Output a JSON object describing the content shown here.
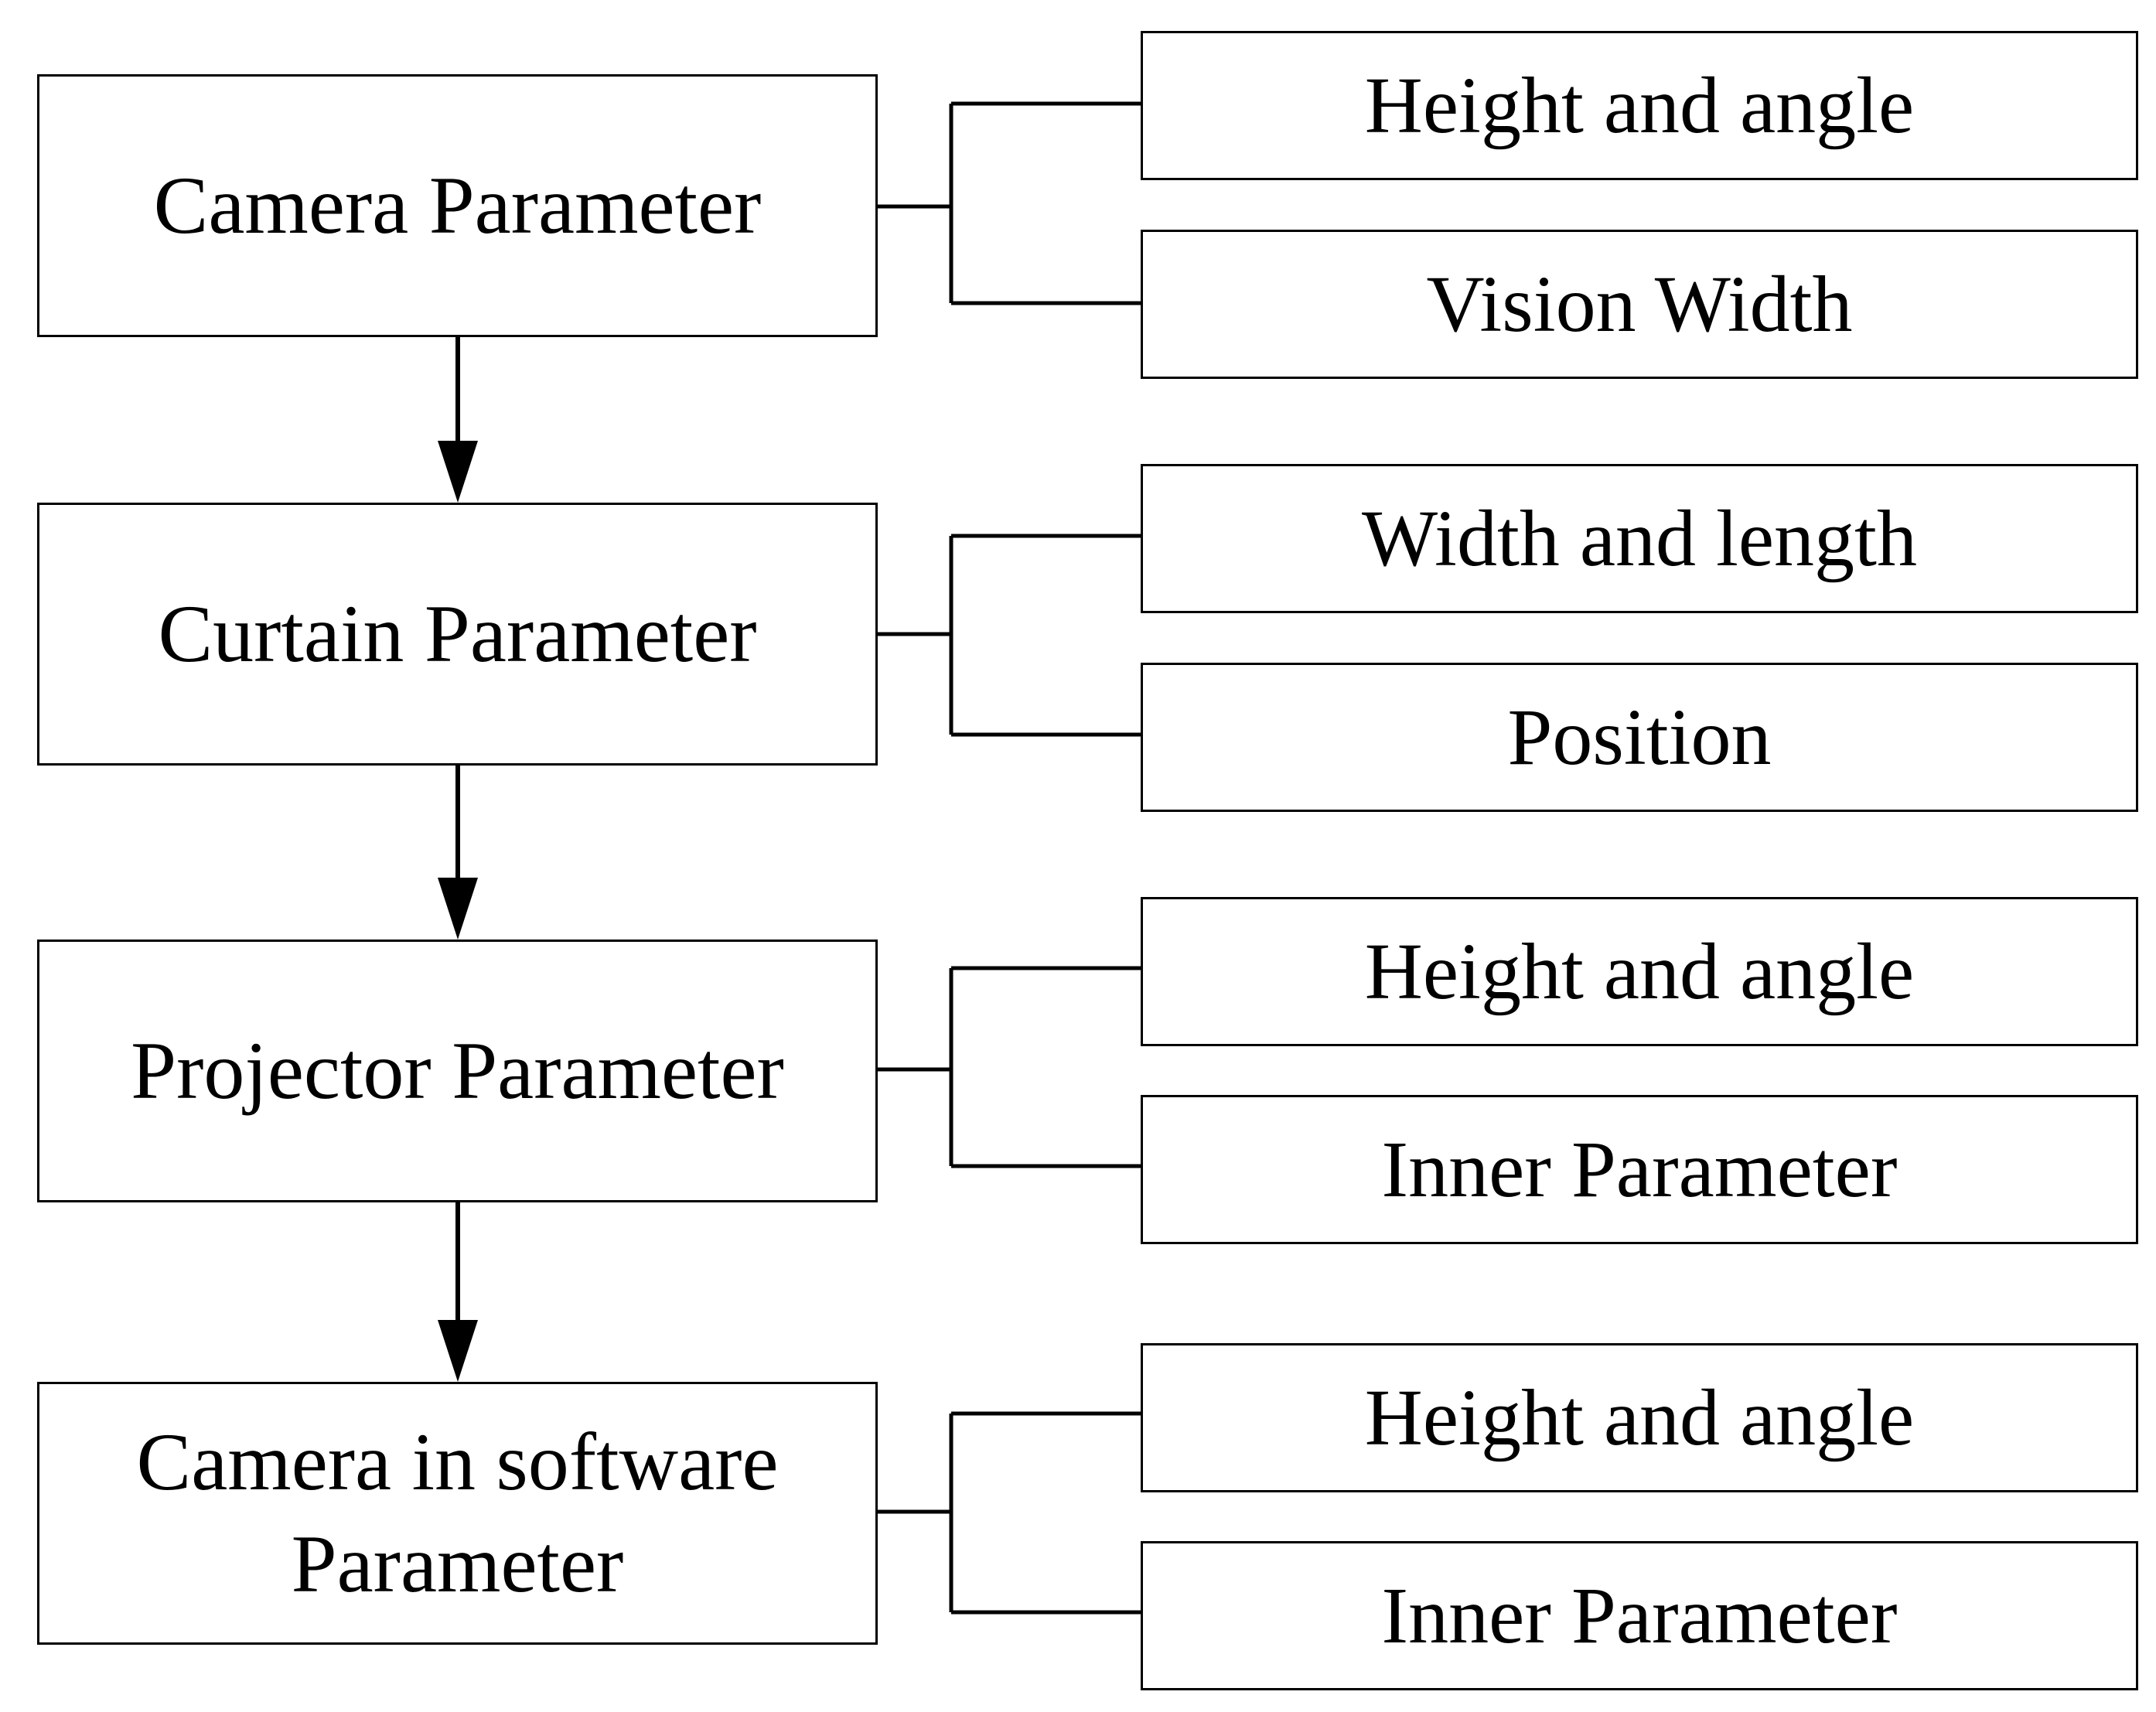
{
  "diagram": {
    "main": [
      {
        "lines": [
          "Camera Parameter"
        ]
      },
      {
        "lines": [
          "Curtain Parameter"
        ]
      },
      {
        "lines": [
          "Projector Parameter"
        ]
      },
      {
        "lines": [
          "Camera in software",
          "Parameter"
        ]
      }
    ],
    "details": [
      [
        "Height and angle",
        "Vision Width"
      ],
      [
        "Width and length",
        "Position"
      ],
      [
        "Height and angle",
        "Inner Parameter"
      ],
      [
        "Height and angle",
        "Inner Parameter"
      ]
    ]
  }
}
